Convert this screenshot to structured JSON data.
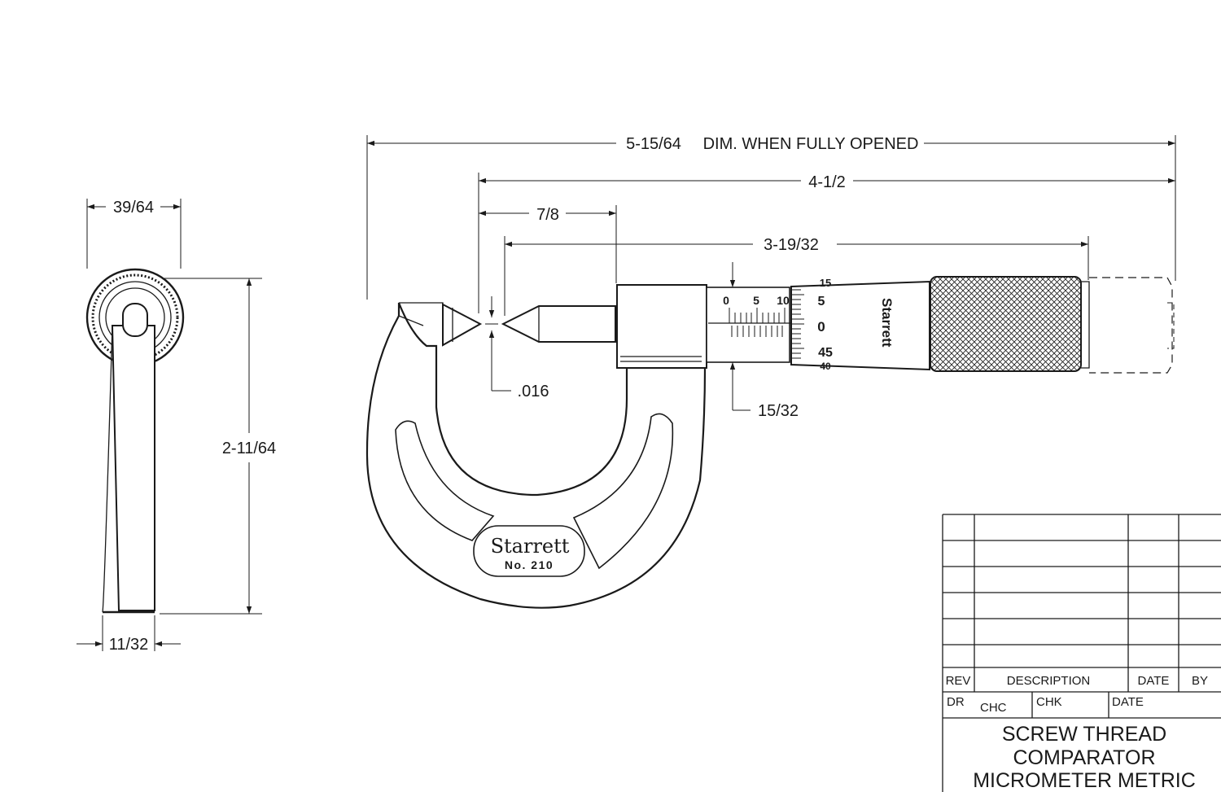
{
  "dimensions": {
    "overall_value": "5-15/64",
    "overall_note": "DIM. WHEN FULLY OPENED",
    "length": "4-1/2",
    "anvil_gap": "7/8",
    "spindle": "3-19/32",
    "tip_gap": ".016",
    "sleeve_dia": "15/32",
    "side_width": "39/64",
    "side_height": "2-11/64",
    "side_thickness": "11/32"
  },
  "micrometer": {
    "brand": "Starrett",
    "model": "No. 210",
    "sleeve_scale": [
      "0",
      "5",
      "10"
    ],
    "thimble_scale": [
      "15",
      "5",
      "0",
      "45",
      "40"
    ]
  },
  "title_block": {
    "headers": {
      "rev": "REV",
      "description": "DESCRIPTION",
      "date": "DATE",
      "by": "BY"
    },
    "dr_label": "DR",
    "dr_value": "CHC",
    "chk_label": "CHK",
    "date_label": "DATE",
    "title_line1": "SCREW THREAD",
    "title_line2": "COMPARATOR",
    "title_line3": "MICROMETER METRIC"
  }
}
